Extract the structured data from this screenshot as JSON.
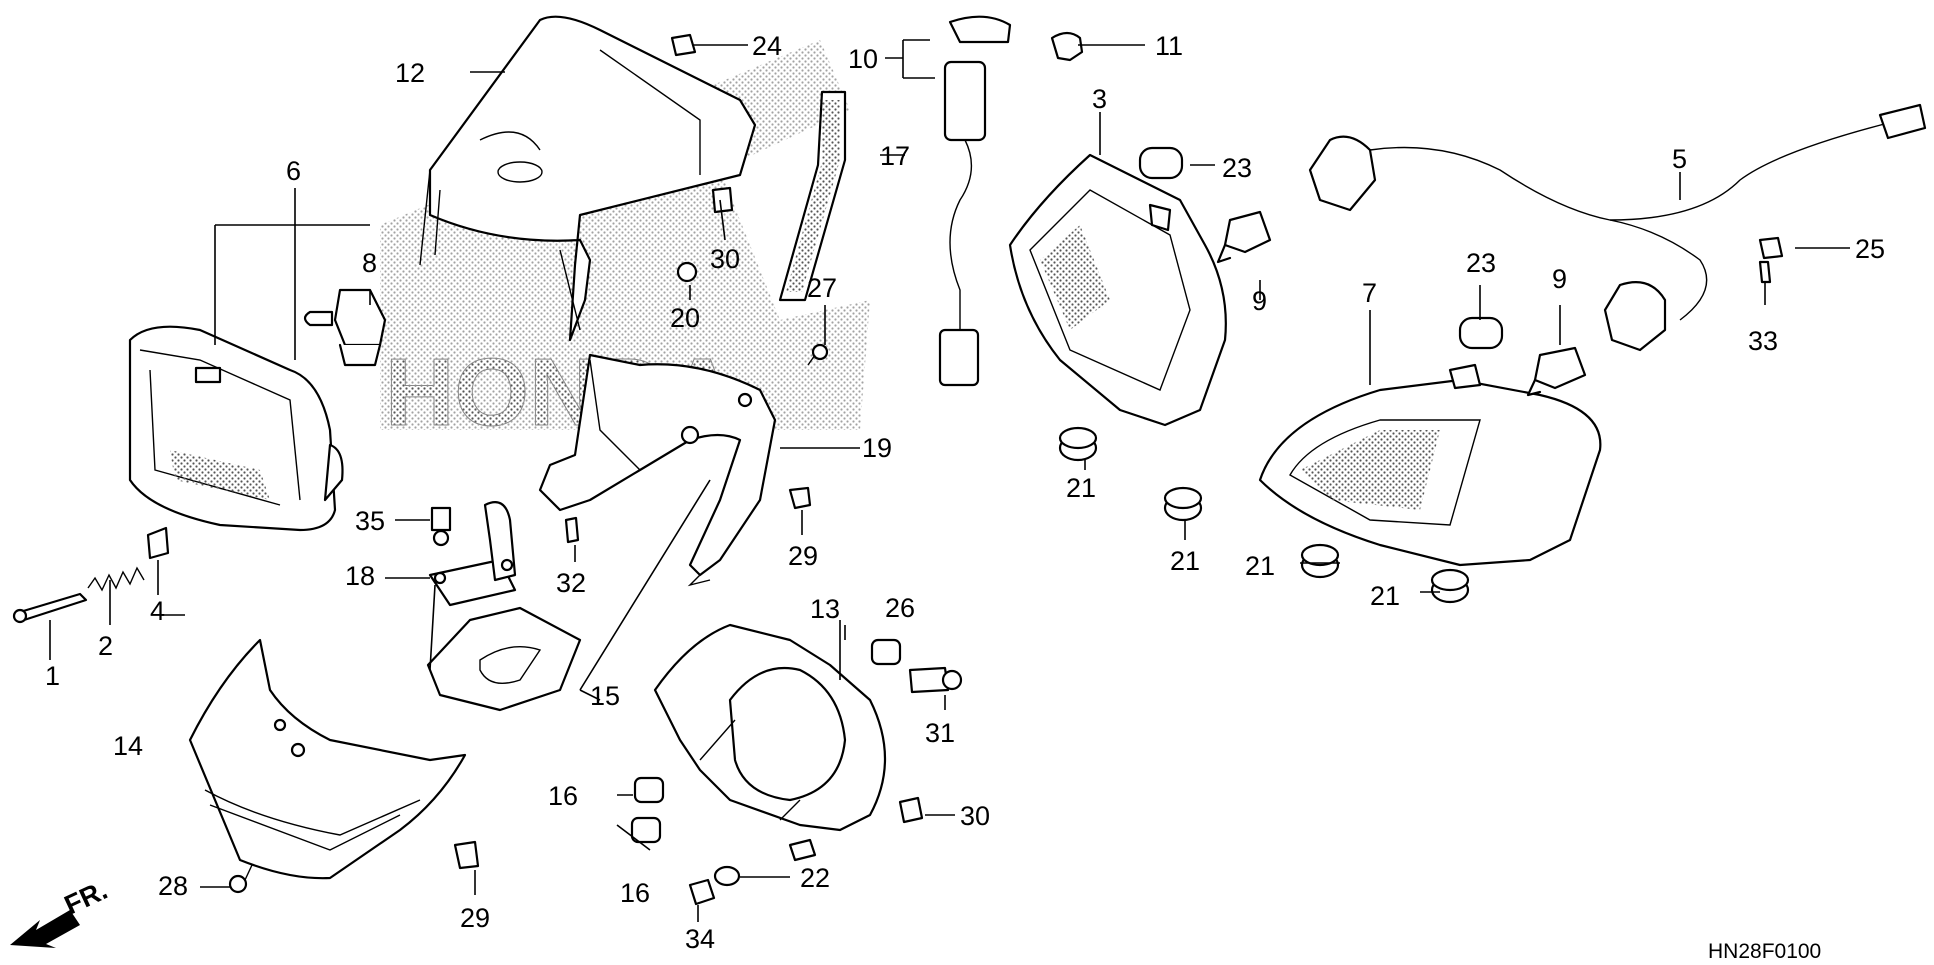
{
  "diagram_code": "HN28F0100",
  "direction_label": "FR.",
  "watermark": "HONDA",
  "callouts": {
    "c1": "1",
    "c2": "2",
    "c3": "3",
    "c4": "4",
    "c5": "5",
    "c6": "6",
    "c7": "7",
    "c8": "8",
    "c9a": "9",
    "c9b": "9",
    "c10": "10",
    "c11": "11",
    "c12": "12",
    "c13": "13",
    "c14": "14",
    "c15": "15",
    "c16a": "16",
    "c16b": "16",
    "c17": "17",
    "c18": "18",
    "c19": "19",
    "c20": "20",
    "c21a": "21",
    "c21b": "21",
    "c21c": "21",
    "c21d": "21",
    "c22": "22",
    "c23a": "23",
    "c23b": "23",
    "c24": "24",
    "c25": "25",
    "c26": "26",
    "c27": "27",
    "c28": "28",
    "c29a": "29",
    "c29b": "29",
    "c30a": "30",
    "c30b": "30",
    "c31": "31",
    "c32": "32",
    "c33": "33",
    "c34": "34",
    "c35": "35"
  }
}
